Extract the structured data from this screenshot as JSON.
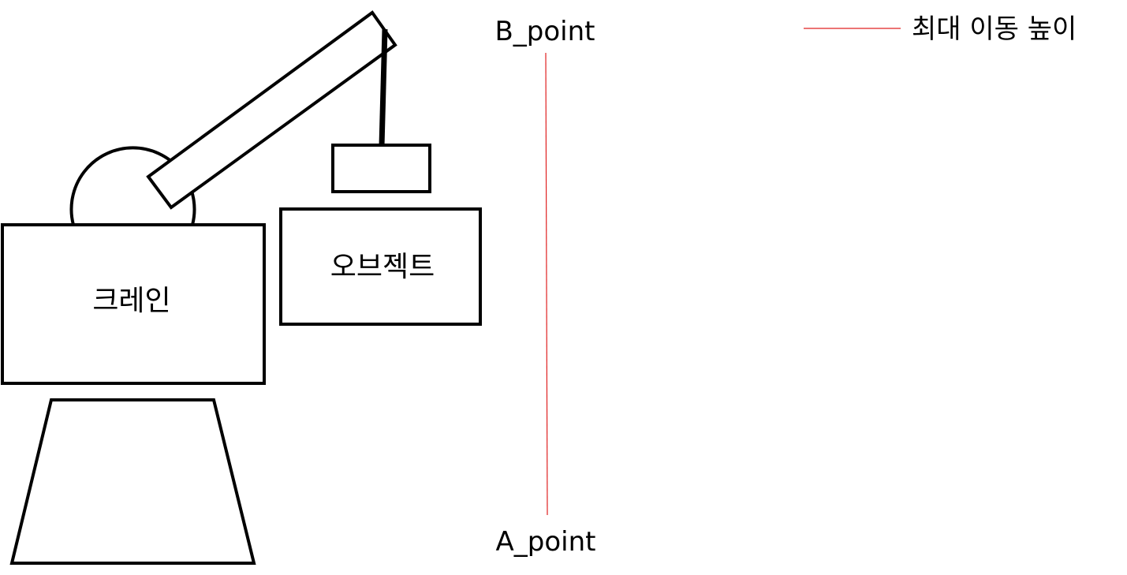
{
  "diagram": {
    "crane": {
      "label": "크레인"
    },
    "object": {
      "label": "오브젝트"
    },
    "points": {
      "a": "A_point",
      "b": "B_point"
    },
    "legend": {
      "label": "최대 이동 높이",
      "color": "#e02020"
    },
    "stroke_color": "#000000"
  }
}
